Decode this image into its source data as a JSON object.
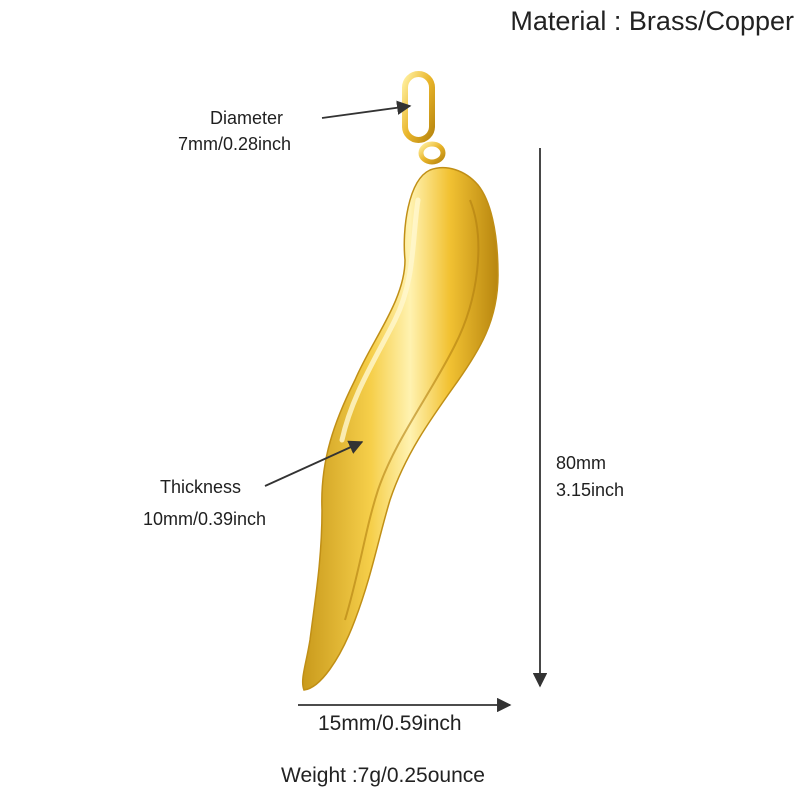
{
  "title": "Material : Brass/Copper",
  "annotations": {
    "diameter_label": "Diameter",
    "diameter_value": "7mm/0.28inch",
    "thickness_label": "Thickness",
    "thickness_value": "10mm/0.39inch",
    "length_mm": "80mm",
    "length_inch": "3.15inch",
    "width_value": "15mm/0.59inch",
    "weight": "Weight :7g/0.25ounce"
  },
  "colors": {
    "gold_dark": "#c99a1c",
    "gold_mid": "#f2c233",
    "gold_light": "#fff2b0",
    "arrow": "#333333"
  },
  "icons": {
    "pendant": "italian-horn-pendant-icon",
    "bail": "jump-ring-bail-icon"
  }
}
